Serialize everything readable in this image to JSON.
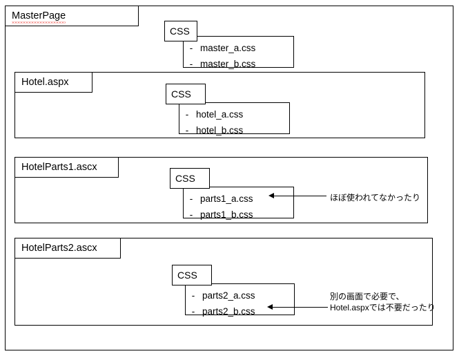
{
  "diagram": {
    "title": "MasterPage",
    "css_group_label": "CSS",
    "bullet": "-",
    "sections": [
      {
        "name": "MasterPage",
        "label": "MasterPage",
        "misspelled": true,
        "css_files": [
          "master_a.css",
          "master_b.css"
        ],
        "annotation": null
      },
      {
        "name": "Hotel.aspx",
        "label": "Hotel.aspx",
        "misspelled": false,
        "css_files": [
          "hotel_a.css",
          "hotel_b.css"
        ],
        "annotation": null
      },
      {
        "name": "HotelParts1.ascx",
        "label": "HotelParts1.ascx",
        "misspelled": false,
        "css_files": [
          "parts1_a.css",
          "parts1_b.css"
        ],
        "annotation": {
          "lines": [
            "ほぼ使われてなかったり"
          ],
          "points_to": "parts1_a.css"
        }
      },
      {
        "name": "HotelParts2.ascx",
        "label": "HotelParts2.ascx",
        "misspelled": false,
        "css_files": [
          "parts2_a.css",
          "parts2_b.css"
        ],
        "annotation": {
          "lines": [
            "別の画面で必要で、",
            "Hotel.aspxでは不要だったり"
          ],
          "points_to": "parts2_b.css"
        }
      }
    ],
    "colors": {
      "line": "#000000",
      "background": "#ffffff",
      "spellcheck_underline": "#e8271f"
    }
  }
}
